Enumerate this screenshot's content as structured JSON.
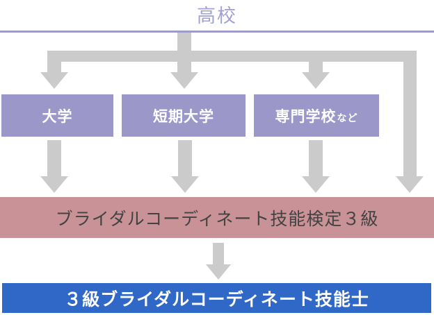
{
  "highschool": {
    "label": "高校"
  },
  "schools": [
    {
      "label": "大学"
    },
    {
      "label": "短期大学"
    },
    {
      "label": "専門学校",
      "suffix": "など"
    }
  ],
  "exam": {
    "label": "ブライダルコーディネート技能検定３級"
  },
  "result": {
    "label": "３級ブライダルコーディネート技能士"
  },
  "colors": {
    "highschool_text": "#a3a0d4",
    "divider_line": "#9e9acb",
    "school_box": "#9b97c8",
    "school_box_text": "#ffffff",
    "arrow": "#cbcbcb",
    "exam_bar": "#c99297",
    "exam_bar_text": "#424242",
    "result_bar": "#2f68c6",
    "result_bar_text": "#ffffff",
    "background": "#ffffff"
  }
}
